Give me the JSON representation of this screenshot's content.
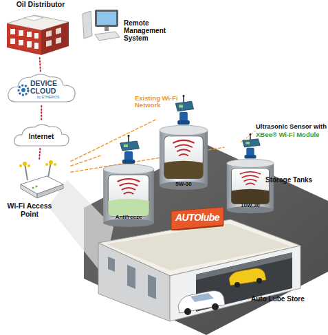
{
  "diagram": {
    "nodes": [
      {
        "text": [
          "Oil Distributor"
        ]
      },
      {
        "text": [
          "Remote Management System"
        ]
      },
      {
        "text": [
          "DEVICE CLOUD",
          "by ETHERIOS"
        ]
      },
      {
        "text": [
          "Internet"
        ]
      },
      {
        "text": [
          "Wi-Fi Access Point"
        ]
      },
      {
        "text": [
          "Antifreeze"
        ]
      },
      {
        "text": [
          "5W-30"
        ]
      },
      {
        "text": [
          "10W-30"
        ]
      },
      {
        "text": [
          "Auto Lube Store"
        ]
      },
      {
        "text": [
          "AUTOlube"
        ],
        "in": 8
      }
    ],
    "edges": [
      {
        "from": 0,
        "to": 2,
        "arrow": "none"
      },
      {
        "from": 2,
        "to": 3,
        "arrow": "none"
      },
      {
        "from": 3,
        "to": 4,
        "arrow": "none"
      },
      {
        "from": 4,
        "to": 5,
        "arrow": "none"
      },
      {
        "from": 4,
        "to": 6,
        "arrow": "none"
      },
      {
        "from": 4,
        "to": 7,
        "arrow": "none"
      }
    ],
    "labels": [
      "Existing Wi-Fi Network",
      "Ultrasonic Sensor with",
      "XBee® Wi-Fi Module",
      "Storage Tanks"
    ]
  }
}
